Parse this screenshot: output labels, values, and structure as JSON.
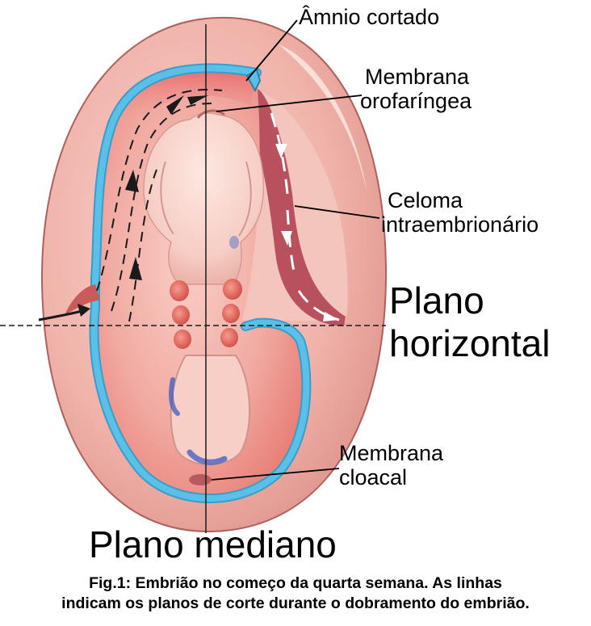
{
  "labels": {
    "amnion": "Âmnio cortado",
    "oropharyngeal_line1": "Membrana",
    "oropharyngeal_line2": "orofaríngea",
    "coelom_line1": "Celoma",
    "coelom_line2": "intraembrionário",
    "horizontal_line1": "Plano",
    "horizontal_line2": "horizontal",
    "cloacal_line1": "Membrana",
    "cloacal_line2": "cloacal",
    "median": "Plano mediano"
  },
  "caption": {
    "line1": "Fig.1: Embrião no começo da quarta semana. As linhas",
    "line2": "indicam os planos de corte durante o dobramento do embrião."
  },
  "colors": {
    "outer_egg": "#f2b4ac",
    "amnion_blue": "#5bc0e8",
    "embryo_body": "#eea09a",
    "coelom": "#b8505e",
    "somites": "#e5665e",
    "membrane_blue": "#3f5bc4"
  }
}
